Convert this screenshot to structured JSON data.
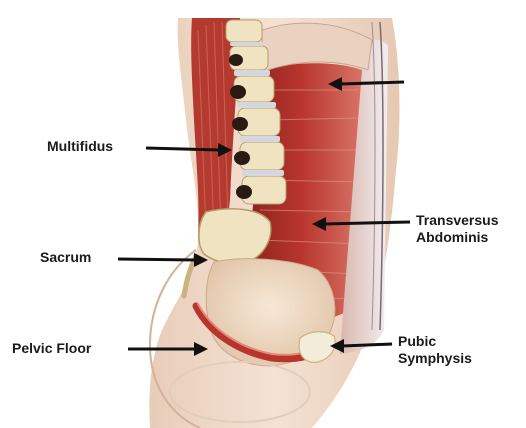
{
  "labels": {
    "multifidus": "Multifidus",
    "sacrum": "Sacrum",
    "pelvic_floor": "Pelvic Floor",
    "transversus_line1": "Transversus",
    "transversus_line2": "Abdominis",
    "pubic_line1": "Pubic",
    "pubic_line2": "Symphysis"
  },
  "colors": {
    "skin": "#efd9c8",
    "skin_shadow": "#ddbfaa",
    "muscle_red": "#b8352d",
    "muscle_dark": "#8e2420",
    "bone": "#efe3c2",
    "bone_shadow": "#c9b37f",
    "disc": "#d6d6de",
    "fascia": "#e9e6ea",
    "arrow": "#111111"
  },
  "icons": [
    "arrow-icon"
  ]
}
